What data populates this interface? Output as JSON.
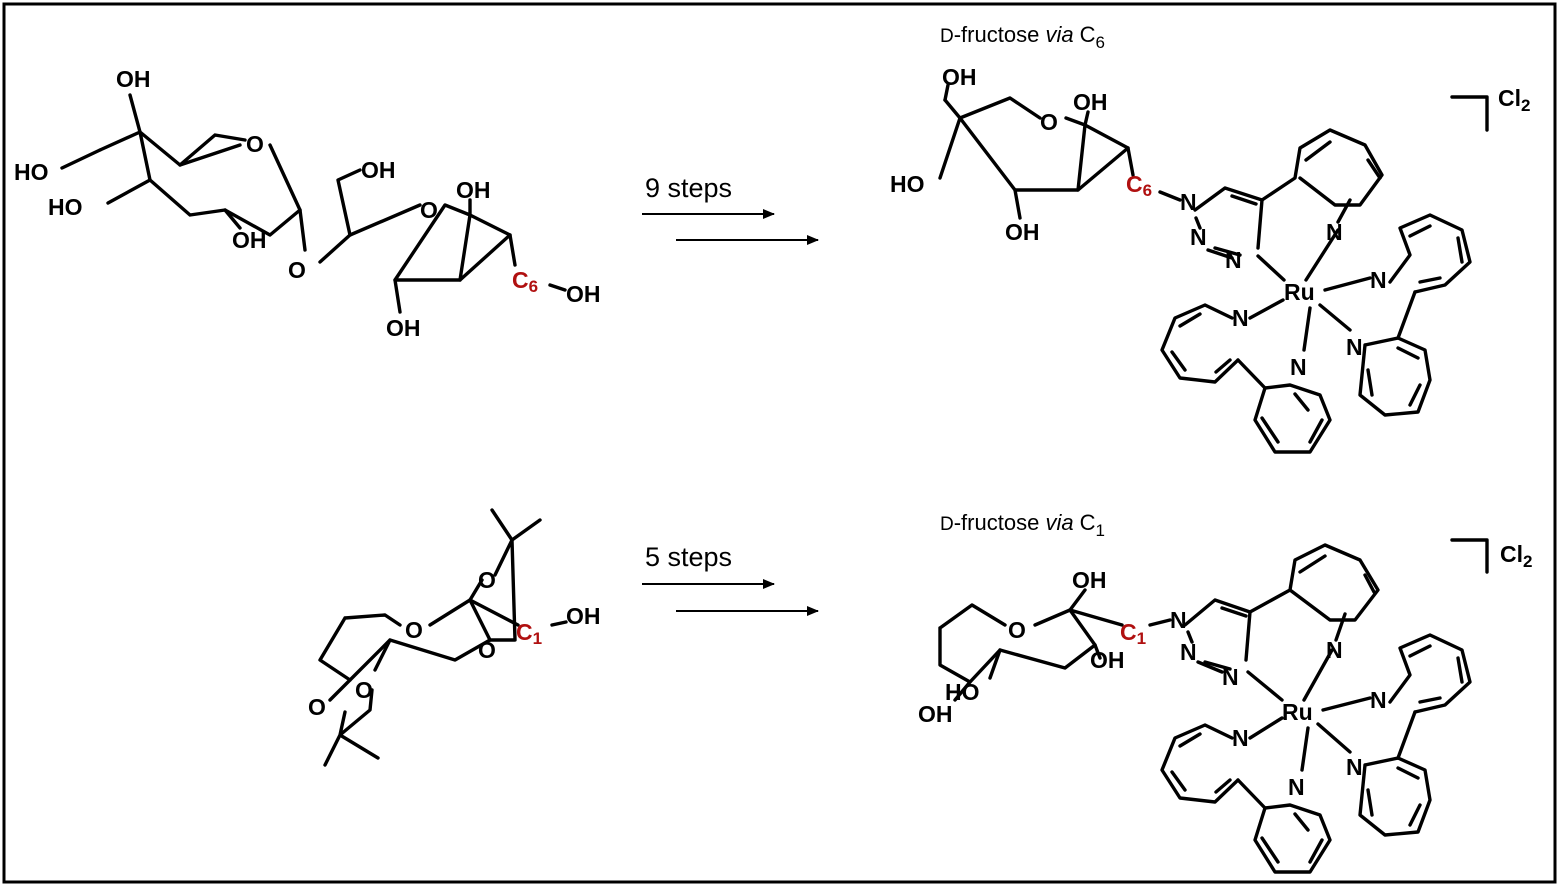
{
  "top": {
    "arrow_label": "9 steps",
    "product_title": {
      "prefix": "D",
      "middle": "-fructose ",
      "via": "via",
      "carbon": "C",
      "sub": "6"
    },
    "counter_ion": "Cl",
    "counter_ion_sub": "2"
  },
  "bottom": {
    "arrow_label": "5 steps",
    "product_title": {
      "prefix": "D",
      "middle": "-fructose ",
      "via": "via",
      "carbon": "C",
      "sub": "1"
    },
    "counter_ion": "Cl",
    "counter_ion_sub": "2"
  },
  "atoms": {
    "oh": "OH",
    "ho": "HO",
    "o": "O",
    "n": "N",
    "ru": "Ru",
    "c": "C",
    "six": "6",
    "one": "1"
  },
  "colors": {
    "highlight": "#b01010",
    "ink": "#000000"
  }
}
